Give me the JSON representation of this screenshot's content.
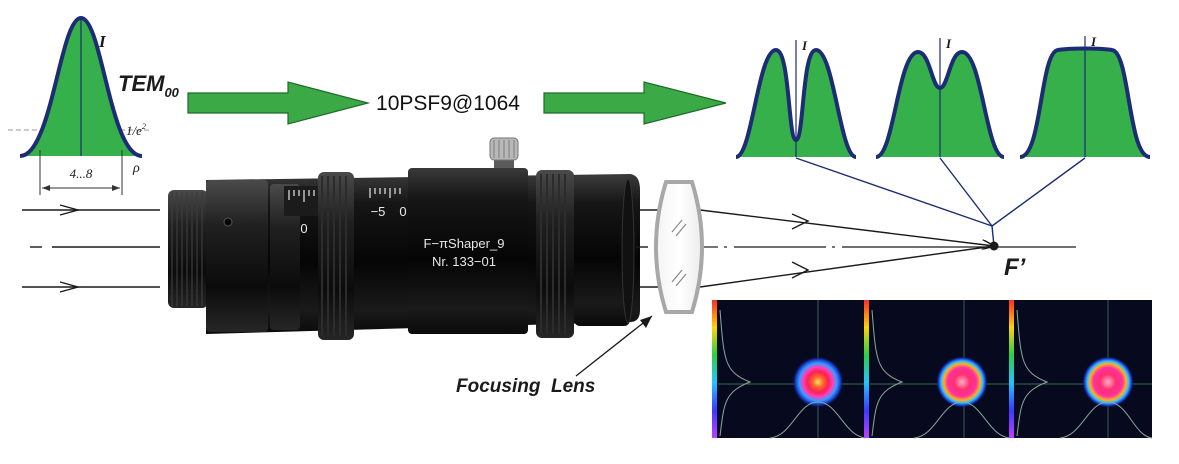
{
  "input_beam": {
    "mode_label": "TEM",
    "mode_subscript": "00",
    "intensity_symbol": "I",
    "level_label": "1/e",
    "level_exponent": "2",
    "radius_symbol": "ρ",
    "diameter_range": "4...8"
  },
  "shaper_model": "10PSF9@1064",
  "device": {
    "name_line": "F−πShaper_9",
    "serial_line": "Nr. 133−01",
    "scale_marks": [
      "0",
      "−5",
      "0"
    ]
  },
  "output_profiles": [
    {
      "shape": "donut",
      "intensity_symbol": "I"
    },
    {
      "shape": "dip",
      "intensity_symbol": "I"
    },
    {
      "shape": "flat-top",
      "intensity_symbol": "I"
    }
  ],
  "focus_label": "F’",
  "lens_label": "Focusing  Lens",
  "colors": {
    "profile_fill": "#35b04a",
    "profile_stroke": "#1d2d73",
    "arrow_fill": "#3aa946",
    "arrow_stroke": "#1f6b2a",
    "ray_color": "#1a1a1a",
    "body_black": "#0e0e0e"
  }
}
